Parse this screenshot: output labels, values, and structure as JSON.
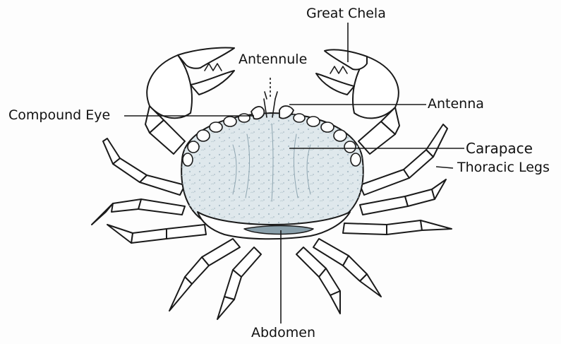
{
  "labels": {
    "great_chela": "Great Chela",
    "antennule": "Antennule",
    "compound_eye": "Compound Eye",
    "antenna": "Antenna",
    "carapace": "Carapace",
    "thoracic_legs": "Thoracic Legs",
    "abdomen": "Abdomen"
  },
  "colors": {
    "ink": "#1a1a1a",
    "carapace_fill": "#dfe8ec",
    "carapace_texture": "#a9bcc6",
    "abdomen_band": "#8aa0ab"
  }
}
